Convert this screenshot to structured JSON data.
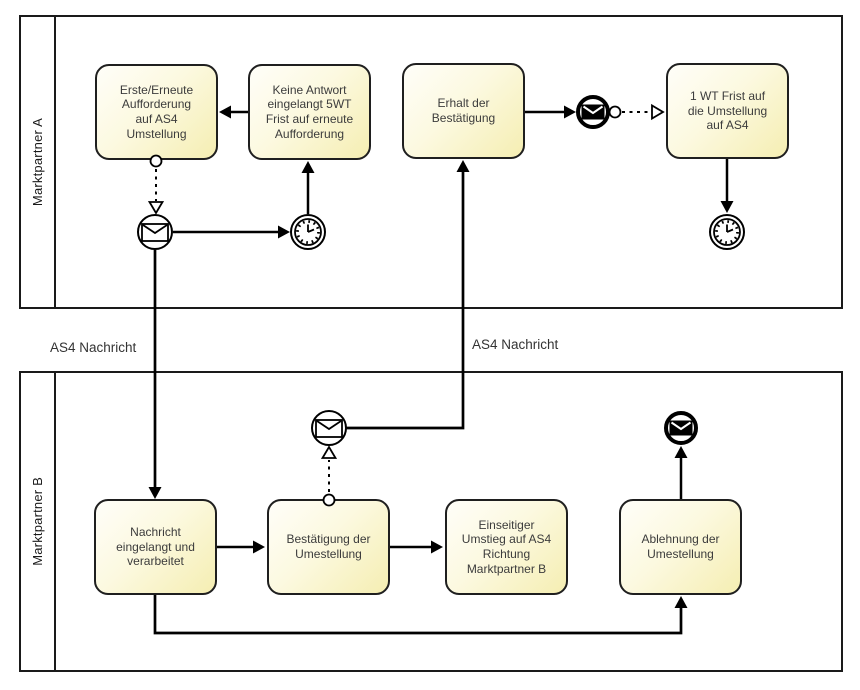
{
  "pools": [
    {
      "label": "Marktpartner A"
    },
    {
      "label": "Marktpartner B"
    }
  ],
  "flow_labels": [
    {
      "text": "AS4 Nachricht"
    },
    {
      "text": "AS4 Nachricht"
    }
  ],
  "tasks": {
    "a1": {
      "label": "Erste/Erneute\nAufforderung\nauf AS4\nUmstellung"
    },
    "a2": {
      "label": "Keine Antwort\neingelangt 5WT\nFrist auf erneute\nAufforderung"
    },
    "a3": {
      "label": "Erhalt der\nBestätigung"
    },
    "a4": {
      "label": "1 WT Frist auf\ndie Umstellung\nauf AS4"
    },
    "b1": {
      "label": "Nachricht\neingelangt und\nverarbeitet"
    },
    "b2": {
      "label": "Bestätigung der\nUmestellung"
    },
    "b3": {
      "label": "Einseitiger\nUmstieg auf AS4\nRichtung\nMarktpartner B"
    },
    "b4": {
      "label": "Ablehnung der\nUmestellung"
    }
  },
  "events": {
    "message_catch": {
      "icon": "envelope-outline-in-thin-circle",
      "count": 2
    },
    "message_throw": {
      "icon": "envelope-solid-in-thick-circle",
      "count": 2
    },
    "timer": {
      "icon": "clock-in-double-circle",
      "count": 2
    }
  },
  "colors": {
    "task_fill_top": "#FFFEF9",
    "task_fill_bottom": "#F5EEB2",
    "task_border": "#1F1F1F",
    "pool_border": "#1A1A1A",
    "connector": "#000000",
    "task_text": "#3C3C3C"
  }
}
